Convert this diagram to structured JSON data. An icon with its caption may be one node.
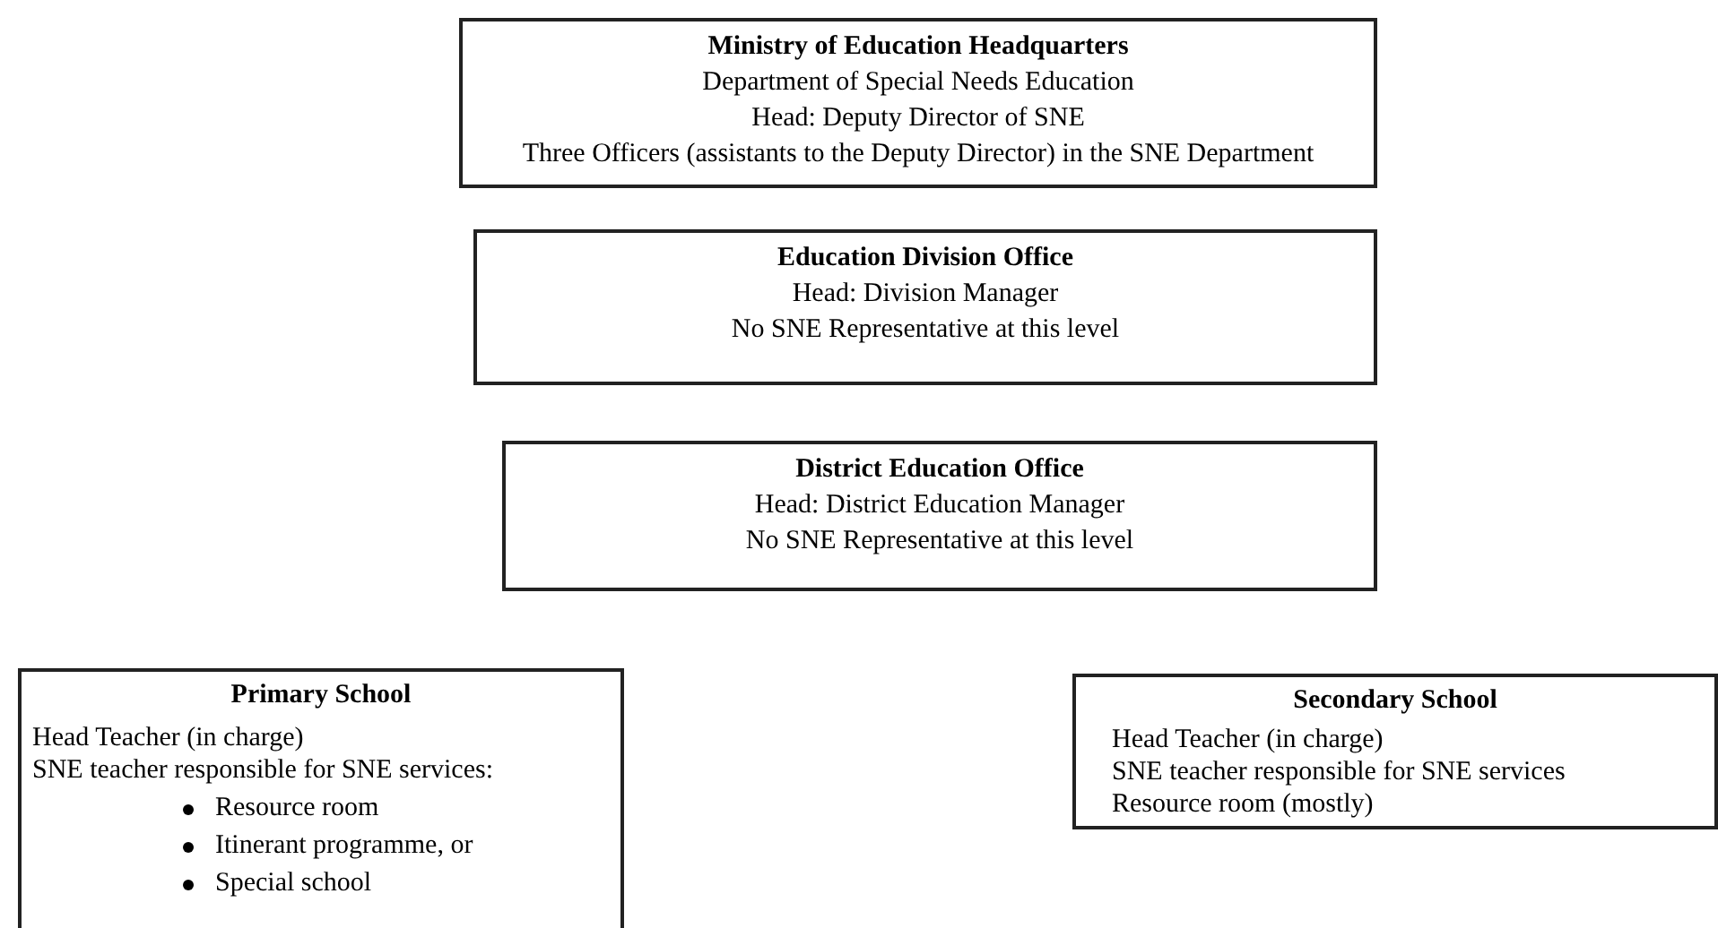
{
  "diagram": {
    "nodes": [
      {
        "text": [
          "Ministry of Education Headquarters",
          "Department of Special Needs Education",
          "Head:  Deputy Director of SNE",
          "Three Officers (assistants to the Deputy Director) in the SNE Department"
        ]
      },
      {
        "text": [
          "Education Division Office",
          "Head:  Division Manager",
          "No SNE Representative at this level"
        ]
      },
      {
        "text": [
          "District Education Office",
          "Head:  District Education Manager",
          "No SNE Representative at this level"
        ]
      },
      {
        "text": [
          "Primary School",
          "Head Teacher (in charge)",
          "SNE teacher responsible for SNE services:",
          "Resource room",
          "Itinerant programme, or",
          "Special school"
        ]
      },
      {
        "text": [
          "Secondary School",
          "Head Teacher (in charge)",
          "SNE teacher responsible for SNE services",
          "Resource room (mostly)"
        ]
      }
    ]
  }
}
